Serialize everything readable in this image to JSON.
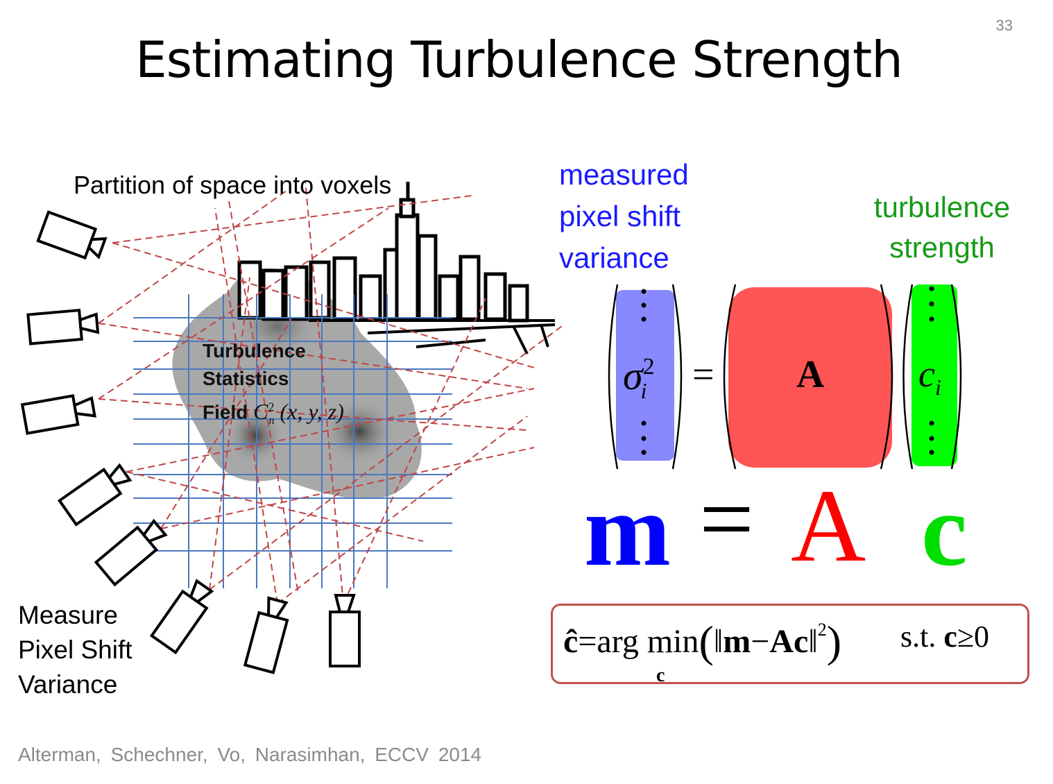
{
  "slide": {
    "number": "33",
    "title": "Estimating Turbulence Strength"
  },
  "diagram": {
    "partition_label": "Partition of space into voxels",
    "field_line1": "Turbulence",
    "field_line2": "Statistics",
    "field_line3": "Field",
    "field_symbol": "C",
    "field_sup": "2",
    "field_sub": "n",
    "field_args": "(x, y, z)",
    "measure_line1": "Measure",
    "measure_line2": "Pixel Shift",
    "measure_line3": "Variance",
    "camera_count": 8,
    "icon": "camera-icon"
  },
  "equation": {
    "blue_line1": "measured",
    "blue_line2": "pixel shift",
    "blue_line3": "variance",
    "green_line1": "turbulence",
    "green_line2": "strength",
    "sigma": "σ",
    "sigma_sup": "2",
    "sigma_sub": "i",
    "equals": "=",
    "matrix_label": "A",
    "c_symbol": "c",
    "c_sub": "i",
    "big_m": "m",
    "big_eq": "=",
    "big_A": "A",
    "big_c": "c",
    "colors": {
      "m": "#0000ff",
      "A": "#ff0000",
      "c": "#00dd00",
      "m_fill": "#8888ff",
      "A_fill": "#ff5555",
      "c_fill": "#00ff00"
    }
  },
  "optimization": {
    "c_hat": "ĉ",
    "eq": "=",
    "argmin": "arg min",
    "sub": "c",
    "m": "m",
    "minus": "−",
    "Ac": "Ac",
    "sq": "2",
    "st": "s.t.",
    "c": "c",
    "geq": "≥",
    "zero": "0",
    "border_color": "#c0504d"
  },
  "citation": "Alterman, Schechner, Vo, Narasimhan, ECCV 2014"
}
